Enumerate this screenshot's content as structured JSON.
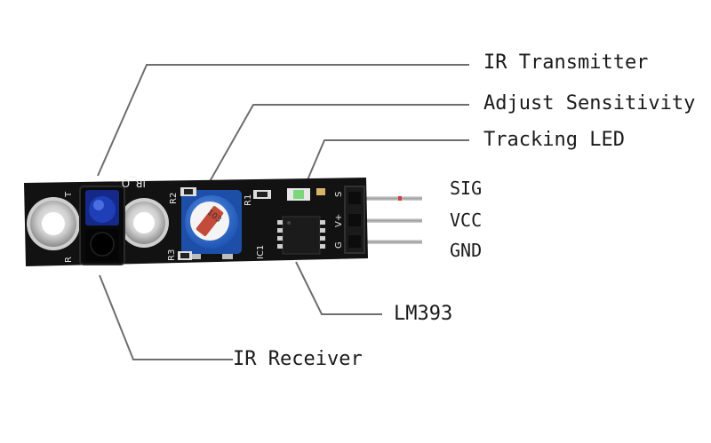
{
  "callouts": {
    "ir_transmitter": "IR Transmitter",
    "adjust_sensitivity": "Adjust Sensitivity",
    "tracking_led": "Tracking LED",
    "lm393": "LM393",
    "ir_receiver": "IR Receiver"
  },
  "pins": {
    "sig": "SIG",
    "vcc": "VCC",
    "gnd": "GND"
  },
  "silkscreen": {
    "ir_o": "IR_O",
    "t": "T",
    "r": "R",
    "r2": "R2",
    "r1": "R1",
    "r3": "R3",
    "ic1": "IC1",
    "s": "S",
    "v_plus": "V+",
    "g": "G",
    "pot_code": "103"
  },
  "colors": {
    "pcb": "#121212",
    "leader_line": "#6e6e6e",
    "pot_blue": "#2f6fd0",
    "ir_led_blue": "#1e3fb8",
    "led_green": "#7cd67c",
    "pin_metal": "#b9b9b9"
  }
}
